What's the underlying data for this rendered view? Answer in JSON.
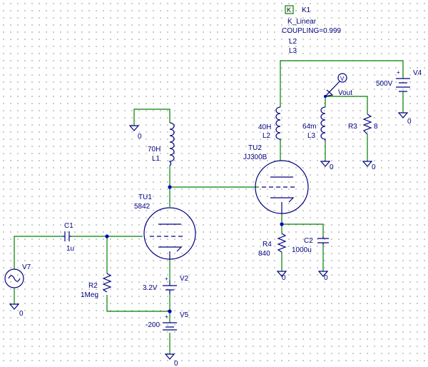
{
  "colors": {
    "wire": "#008000",
    "component": "#000080",
    "junction": "#0000c0",
    "grid": "#9a9a9a"
  },
  "coupling": {
    "icon_letter": "K",
    "ref": "K1",
    "model": "K_Linear",
    "coupling_text": "COUPLING=0.999",
    "inductor_a": "L2",
    "inductor_b": "L3"
  },
  "components": {
    "TU1": {
      "ref": "TU1",
      "value": "5842"
    },
    "TU2": {
      "ref": "TU2",
      "value": "JJ300B"
    },
    "L1": {
      "ref": "L1",
      "value": "70H"
    },
    "L2": {
      "ref": "L2",
      "value": "40H"
    },
    "L3": {
      "ref": "L3",
      "value": "64m"
    },
    "R2": {
      "ref": "R2",
      "value": "1Meg"
    },
    "R3": {
      "ref": "R3",
      "value": "8"
    },
    "R4": {
      "ref": "R4",
      "value": "840"
    },
    "C1": {
      "ref": "C1",
      "value": "1u"
    },
    "C2": {
      "ref": "C2",
      "value": "1000u"
    },
    "V2": {
      "ref": "V2",
      "value": "3.2V"
    },
    "V4": {
      "ref": "V4",
      "value": "500V"
    },
    "V5": {
      "ref": "V5",
      "value": "-200"
    },
    "V7": {
      "ref": "V7",
      "value": ""
    }
  },
  "net_label": "Vout",
  "ground_label": "0",
  "probe_letter": "V"
}
